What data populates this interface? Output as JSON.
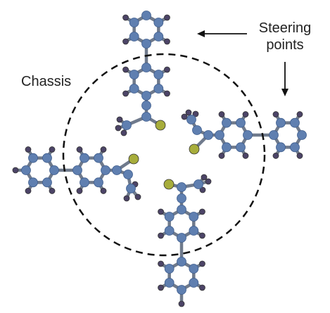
{
  "labels": {
    "chassis": "Chassis",
    "steering_line1": "Steering",
    "steering_line2": "points"
  },
  "colors": {
    "carbon": "#5f7fb0",
    "carbon_dark": "#3f5d8c",
    "hydrogen": "#4c4467",
    "sulfur": "#a7ad3b",
    "bond": "#6f7a8c",
    "circle": "#111111",
    "arrow": "#111111"
  },
  "icons": [
    "molecule-arm-top",
    "molecule-arm-right",
    "molecule-arm-left",
    "molecule-arm-bottom",
    "sulfur-atom",
    "dashed-chassis-circle",
    "arrow"
  ]
}
